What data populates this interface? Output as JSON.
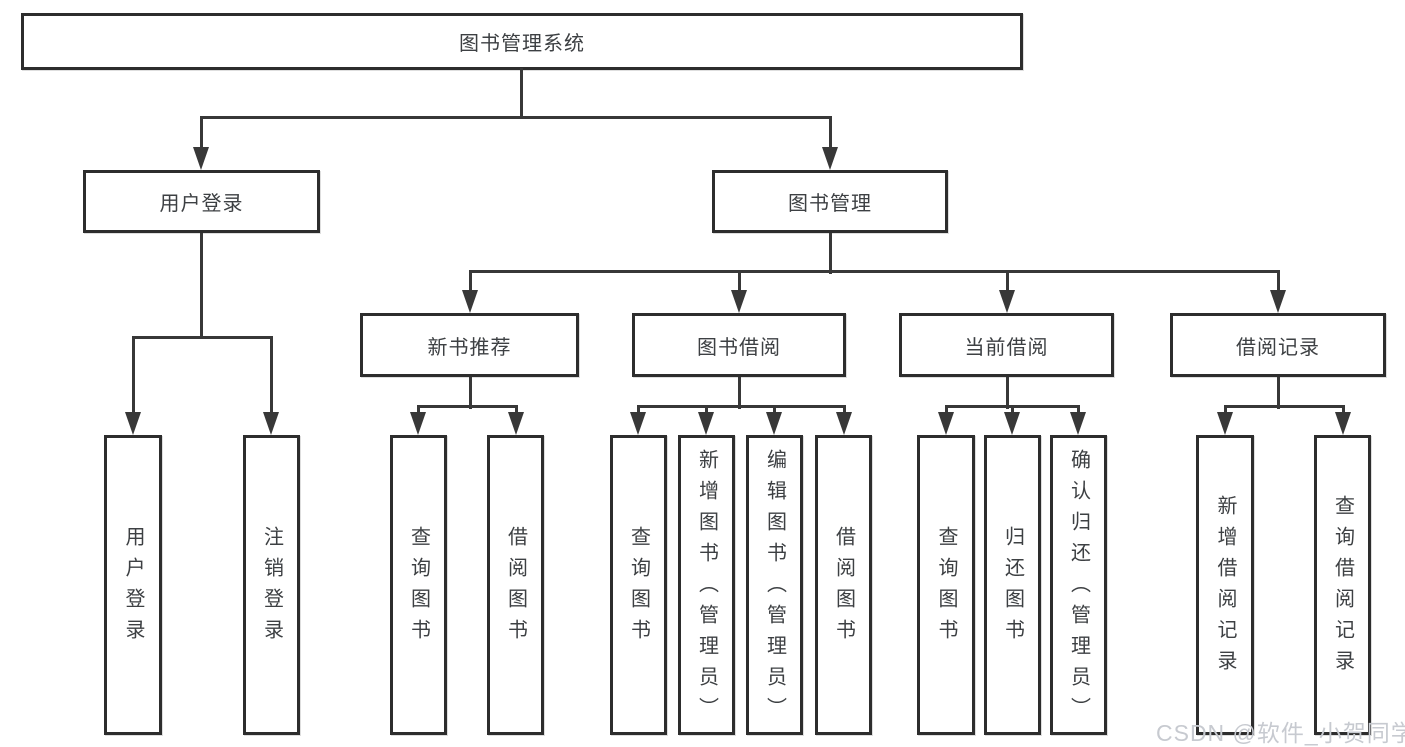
{
  "colors": {
    "border": "#2d2d2d",
    "line": "#383838",
    "watermark": "#c7cad0"
  },
  "watermark": {
    "text": "CSDN @软件_小贺同学"
  },
  "nodes": {
    "root": {
      "label": "图书管理系统"
    },
    "user_login": {
      "label": "用户登录"
    },
    "book_mgmt": {
      "label": "图书管理"
    },
    "new_book": {
      "label": "新书推荐"
    },
    "book_borrow": {
      "label": "图书借阅"
    },
    "current_borrow": {
      "label": "当前借阅"
    },
    "borrow_records": {
      "label": "借阅记录"
    },
    "leaf_user_login": {
      "label": "用户登录"
    },
    "leaf_logout": {
      "label": "注销登录"
    },
    "leaf_new_query": {
      "label": "查询图书"
    },
    "leaf_new_borrow": {
      "label": "借阅图书"
    },
    "leaf_bor_query": {
      "label": "查询图书"
    },
    "leaf_bor_add": {
      "label": "新增图书（管理员）"
    },
    "leaf_bor_edit": {
      "label": "编辑图书（管理员）"
    },
    "leaf_bor_borrow": {
      "label": "借阅图书"
    },
    "leaf_cur_query": {
      "label": "查询图书"
    },
    "leaf_cur_return": {
      "label": "归还图书"
    },
    "leaf_cur_confirm": {
      "label": "确认归还（管理员）"
    },
    "leaf_rec_add": {
      "label": "新增借阅记录"
    },
    "leaf_rec_query": {
      "label": "查询借阅记录"
    }
  }
}
